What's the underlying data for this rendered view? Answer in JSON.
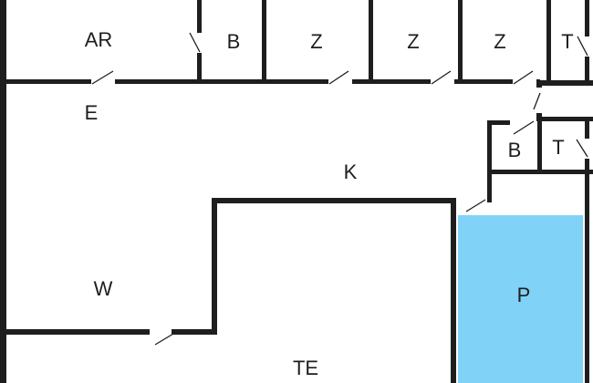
{
  "floorplan": {
    "rooms": [
      {
        "id": "ar",
        "label": "AR"
      },
      {
        "id": "b1",
        "label": "B"
      },
      {
        "id": "z1",
        "label": "Z"
      },
      {
        "id": "z2",
        "label": "Z"
      },
      {
        "id": "z3",
        "label": "Z"
      },
      {
        "id": "t1",
        "label": "T"
      },
      {
        "id": "e",
        "label": "E"
      },
      {
        "id": "k",
        "label": "K"
      },
      {
        "id": "b2",
        "label": "B"
      },
      {
        "id": "t2",
        "label": "T"
      },
      {
        "id": "w",
        "label": "W"
      },
      {
        "id": "p",
        "label": "P"
      },
      {
        "id": "te",
        "label": "TE"
      }
    ],
    "colors": {
      "wall": "#1e1e1e",
      "pool": "#80d2f7",
      "background": "#ffffff"
    }
  }
}
